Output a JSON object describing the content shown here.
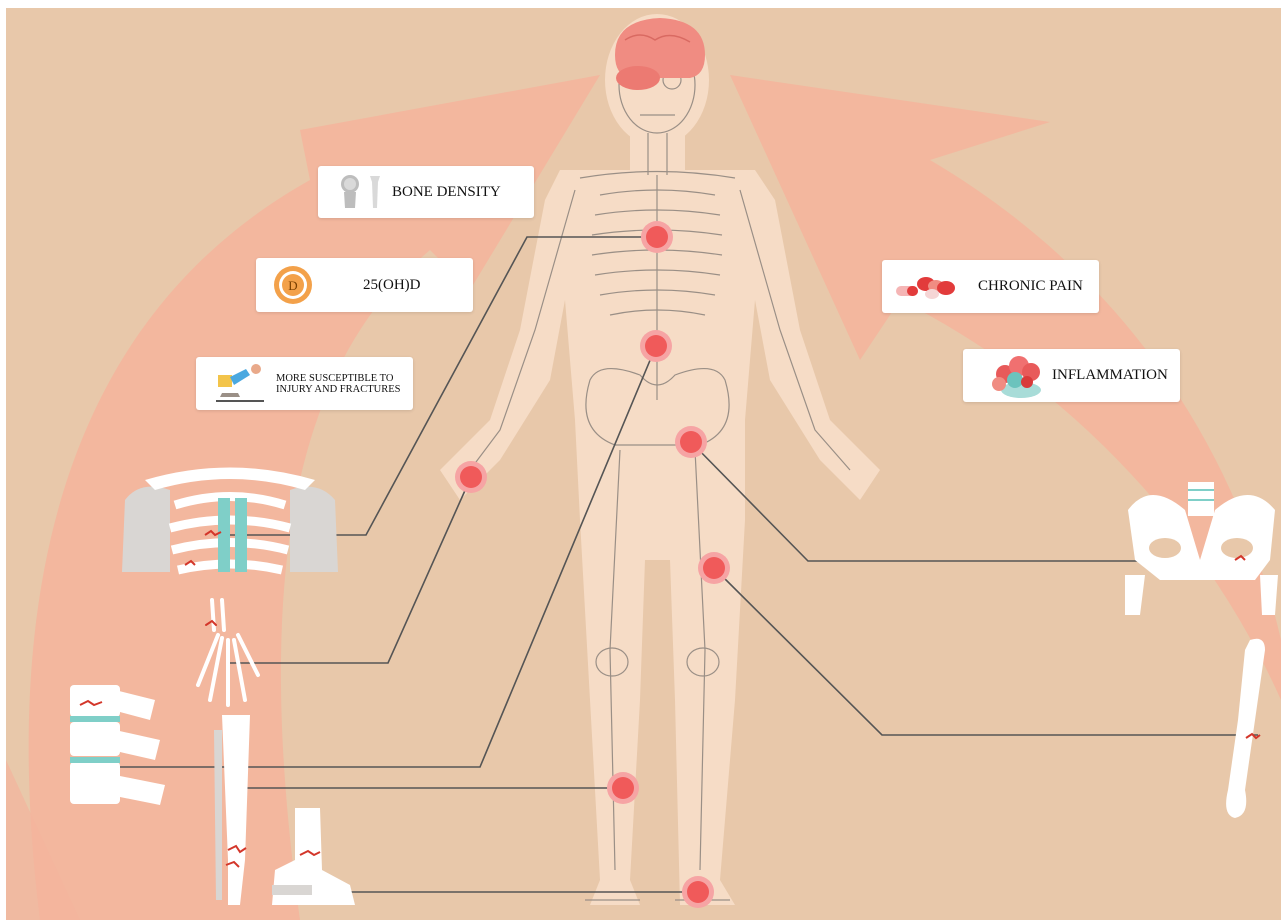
{
  "labels": {
    "bone_density": "BONE DENSITY",
    "vitamin_d": "25(OH)D",
    "vitamin_d_badge": "D",
    "injury": "MORE SUSCEPTIBLE TO INJURY AND FRACTURES",
    "chronic_pain": "CHRONIC PAIN",
    "inflammation": "INFLAMMATION"
  },
  "colors": {
    "background": "#e8c8aa",
    "arrow": "#f4b49c",
    "body_silhouette": "#f6dcc6",
    "marker": "#f05a5a",
    "marker_ring": "#f6a4a4",
    "connector": "#555555",
    "brain": "#f08c82"
  },
  "icons": [
    "bone-cross-section-icon",
    "vitamin-d-icon",
    "injury-fall-icon",
    "pills-icon",
    "cells-icon"
  ],
  "fracture_sites": [
    "ribcage",
    "hand",
    "spine",
    "tibia",
    "foot",
    "pelvis",
    "femur"
  ]
}
